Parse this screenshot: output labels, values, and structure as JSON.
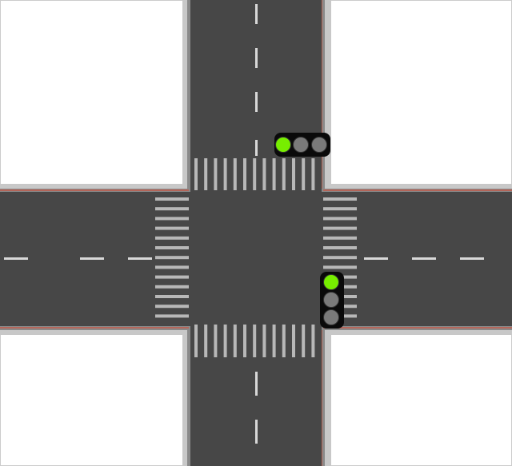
{
  "colors": {
    "background": "#ffffff",
    "asphalt": "#474747",
    "lane_marking": "#d8d8d8",
    "crosswalk": "#b8b8b8",
    "curb": "#c8c8c8",
    "curb_red": "#c25a4a",
    "light_housing": "#0a0a0a",
    "light_green": "#77ee00",
    "light_off": "#7a7a7a"
  },
  "traffic_lights": [
    {
      "id": "north",
      "orientation": "horizontal",
      "states": [
        "green",
        "off",
        "off"
      ]
    },
    {
      "id": "east",
      "orientation": "vertical",
      "states": [
        "green",
        "off",
        "off"
      ]
    }
  ]
}
